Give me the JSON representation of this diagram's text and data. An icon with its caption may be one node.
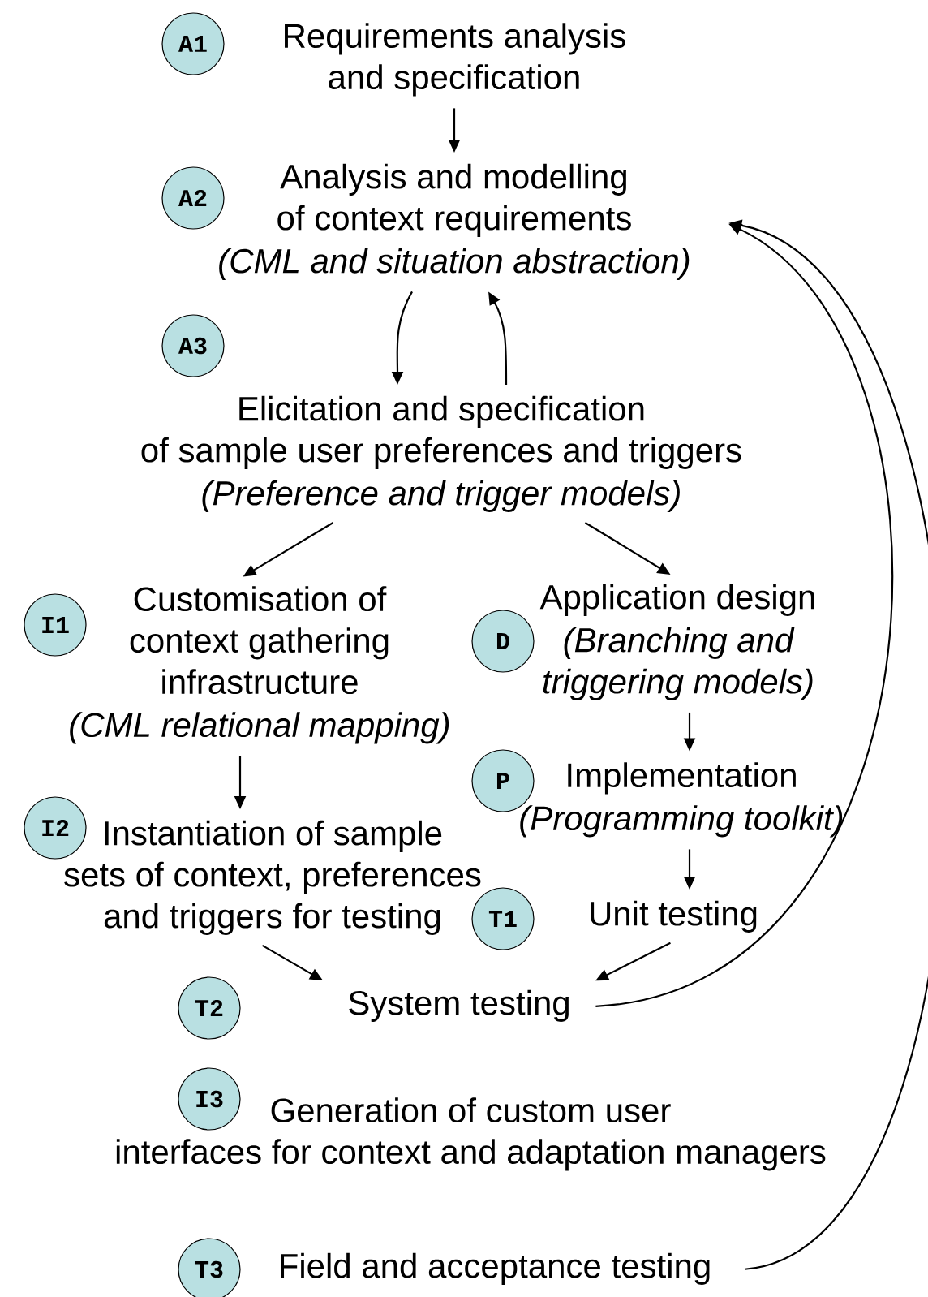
{
  "diagram": {
    "nodes": [
      {
        "text": [
          "A1"
        ]
      },
      {
        "text": [
          "Requirements analysis and specification"
        ]
      },
      {
        "text": [
          "A2"
        ]
      },
      {
        "text": [
          "Analysis and modelling of context requirements",
          "(CML and situation abstraction)"
        ]
      },
      {
        "text": [
          "A3"
        ]
      },
      {
        "text": [
          "Elicitation and specification of sample user preferences and triggers",
          "(Preference and trigger models)"
        ]
      },
      {
        "text": [
          "I1"
        ]
      },
      {
        "text": [
          "Customisation of context gathering infrastructure",
          "(CML relational mapping)"
        ]
      },
      {
        "text": [
          "D"
        ]
      },
      {
        "text": [
          "Application design",
          "(Branching and triggering models)"
        ]
      },
      {
        "text": [
          "P"
        ]
      },
      {
        "text": [
          "Implementation",
          "(Programming toolkit)"
        ]
      },
      {
        "text": [
          "I2"
        ]
      },
      {
        "text": [
          "Instantiation of sample sets of context, preferences and triggers for testing"
        ]
      },
      {
        "text": [
          "T1"
        ]
      },
      {
        "text": [
          "Unit testing"
        ]
      },
      {
        "text": [
          "T2"
        ]
      },
      {
        "text": [
          "System testing"
        ]
      },
      {
        "text": [
          "I3"
        ]
      },
      {
        "text": [
          "Generation of custom user interfaces for context and adaptation managers"
        ]
      },
      {
        "text": [
          "T3"
        ]
      },
      {
        "text": [
          "Field and acceptance testing"
        ]
      }
    ],
    "edges": [
      {
        "from": 1,
        "to": 3,
        "arrow": "to"
      },
      {
        "from": 3,
        "to": 5,
        "arrow": "to"
      },
      {
        "from": 5,
        "to": 3,
        "arrow": "to"
      },
      {
        "from": 5,
        "to": 7,
        "arrow": "to"
      },
      {
        "from": 5,
        "to": 9,
        "arrow": "to"
      },
      {
        "from": 7,
        "to": 13,
        "arrow": "to"
      },
      {
        "from": 9,
        "to": 11,
        "arrow": "to"
      },
      {
        "from": 11,
        "to": 15,
        "arrow": "to"
      },
      {
        "from": 13,
        "to": 17,
        "arrow": "to"
      },
      {
        "from": 15,
        "to": 17,
        "arrow": "to"
      },
      {
        "from": 17,
        "to": 3,
        "arrow": "to"
      },
      {
        "from": 21,
        "to": 3,
        "arrow": "to"
      }
    ]
  }
}
